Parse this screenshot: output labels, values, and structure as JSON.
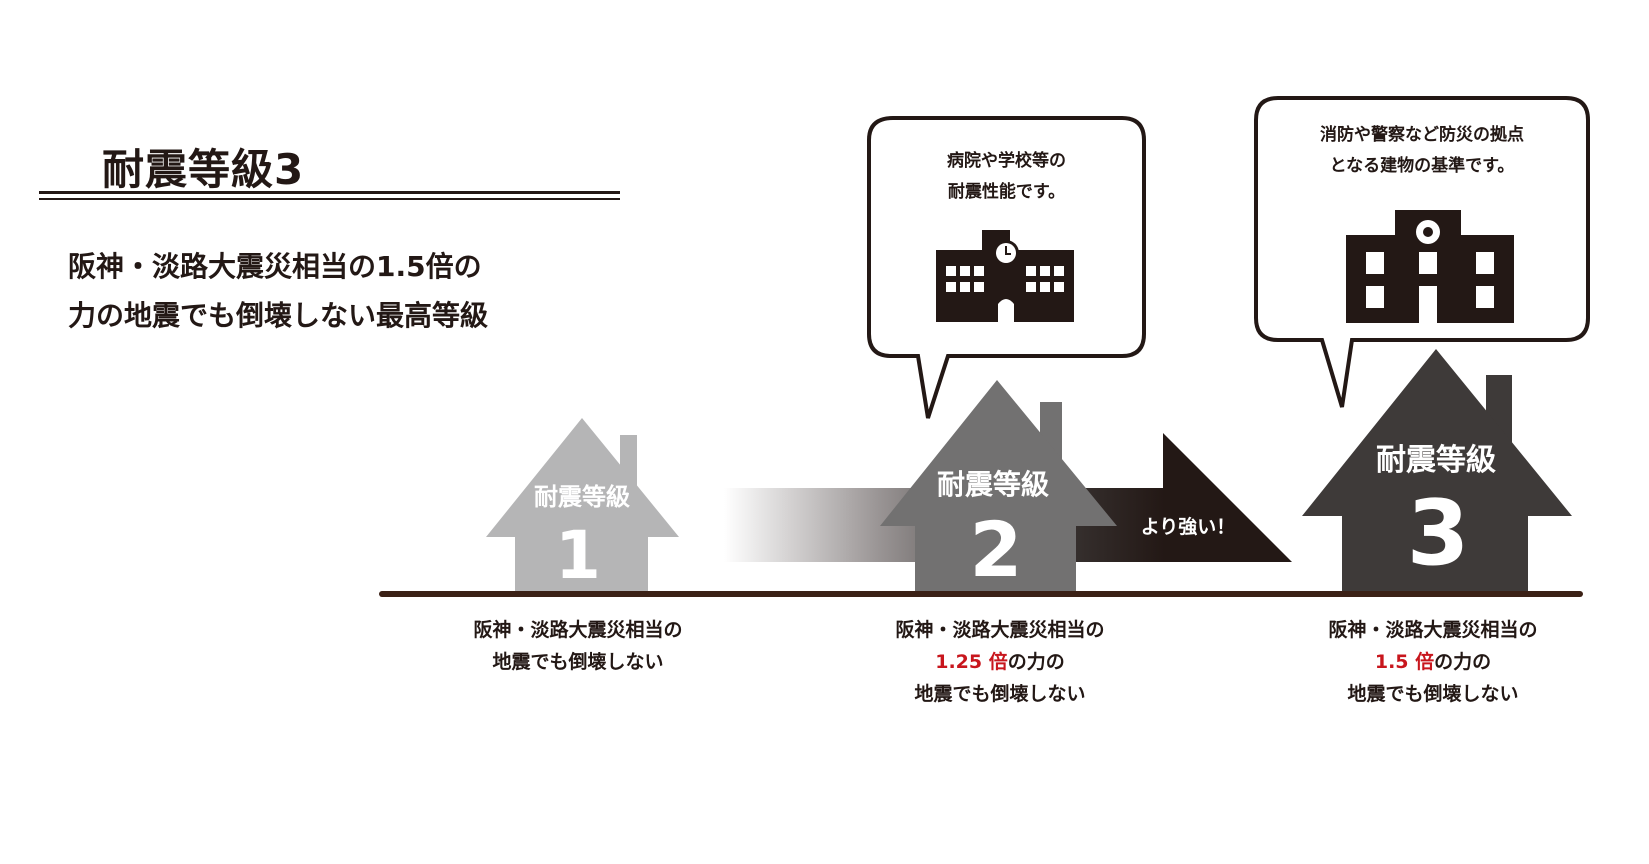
{
  "title": "耐震等級3",
  "subtitle": [
    "阪神・淡路大震災相当の1.5倍の",
    "力の地震でも倒壊しない最高等級"
  ],
  "houses": [
    {
      "label": "耐震等級",
      "grade": "1"
    },
    {
      "label": "耐震等級",
      "grade": "2"
    },
    {
      "label": "耐震等級",
      "grade": "3"
    }
  ],
  "arrow_label": "より強い！",
  "bubbles": [
    {
      "lines": [
        "病院や学校等の",
        "耐震性能です。"
      ],
      "icon": "school-icon"
    },
    {
      "lines": [
        "消防や警察など防災の拠点",
        "となる建物の基準です。"
      ],
      "icon": "police-station-icon"
    }
  ],
  "captions": [
    {
      "line1": "阪神・淡路大震災相当の",
      "highlight": "",
      "after": "",
      "line3": "地震でも倒壊しない"
    },
    {
      "line1": "阪神・淡路大震災相当の",
      "highlight": "1.25 倍",
      "after": "の力の",
      "line3": "地震でも倒壊しない"
    },
    {
      "line1": "阪神・淡路大震災相当の",
      "highlight": "1.5 倍",
      "after": "の力の",
      "line3": "地震でも倒壊しない"
    }
  ],
  "colors": {
    "house1": "#b5b5b6",
    "house2": "#727171",
    "house3": "#3e3a39",
    "arrow": "#231815",
    "ground": "#3b2116",
    "highlight": "#c8161d"
  }
}
